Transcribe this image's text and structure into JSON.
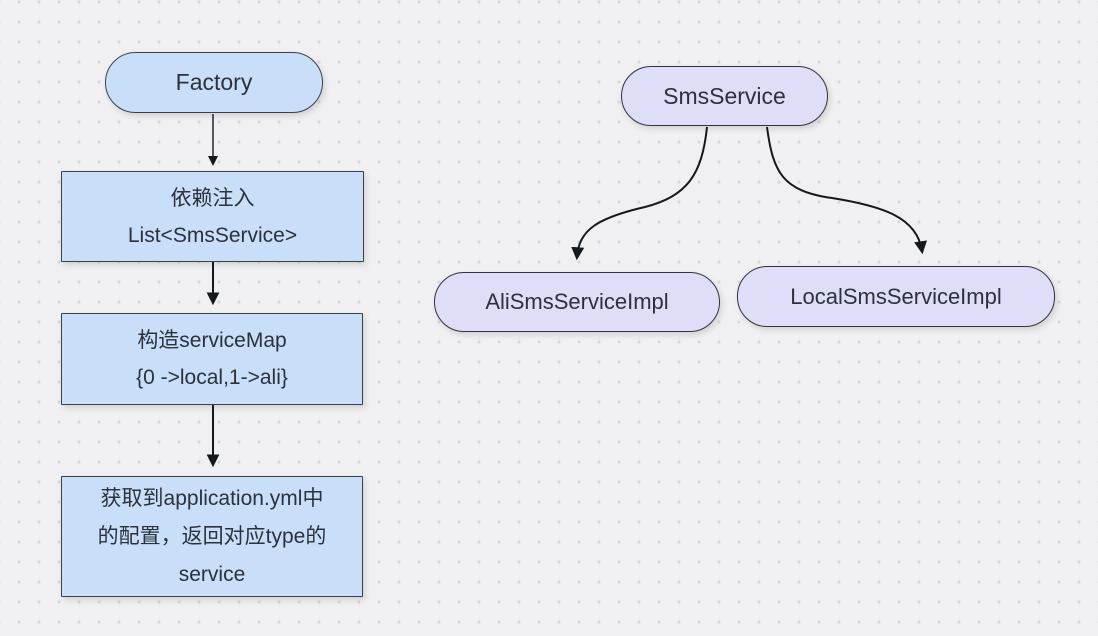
{
  "diagram": {
    "left_flow": {
      "factory_label": "Factory",
      "dependency_box_lines": [
        "依赖注入",
        "List<SmsService>"
      ],
      "servicemap_box_lines": [
        "构造serviceMap",
        "{0 ->local,1->ali}"
      ],
      "config_box_lines": [
        "获取到application.yml中",
        "的配置，返回对应type的",
        "service"
      ]
    },
    "right_tree": {
      "root_label": "SmsService",
      "left_child_label": "AliSmsServiceImpl",
      "right_child_label": "LocalSmsServiceImpl"
    },
    "colors": {
      "background": "#f0f0f2",
      "dot": "#d7d7da",
      "left_node_fill": "#c9def8",
      "left_node_border": "#3a414d",
      "right_node_fill": "#dedef8",
      "right_node_border": "#33333e",
      "text": "#2c323c",
      "arrow": "#15181d"
    }
  }
}
